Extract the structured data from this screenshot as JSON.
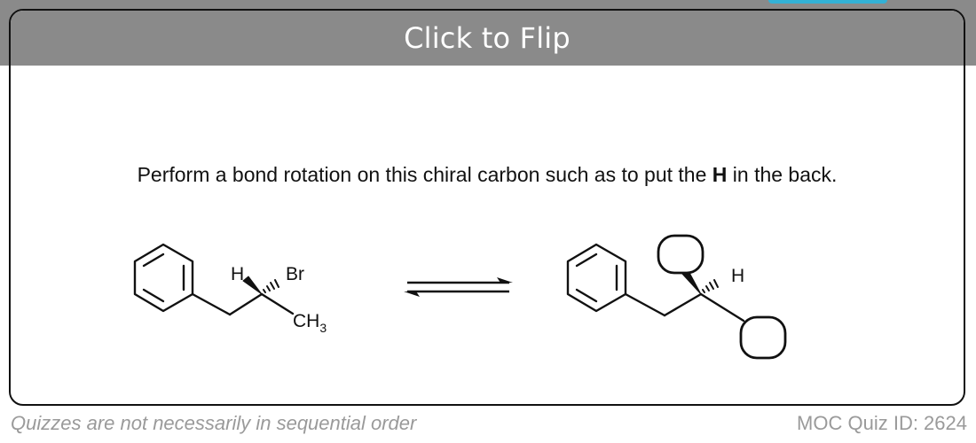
{
  "flip_button": {
    "label": "Click to Flip"
  },
  "question": {
    "prefix": "Perform a bond rotation on this chiral carbon such as to put the ",
    "bold": "H",
    "suffix": " in the back."
  },
  "molecule_left": {
    "h_label": "H",
    "br_label": "Br",
    "ch3_main": "CH",
    "ch3_sub": "3"
  },
  "molecule_right": {
    "h_label": "H"
  },
  "footer": {
    "left_note": "Quizzes are not necessarily in sequential order",
    "quiz_id": "MOC Quiz ID: 2624"
  }
}
